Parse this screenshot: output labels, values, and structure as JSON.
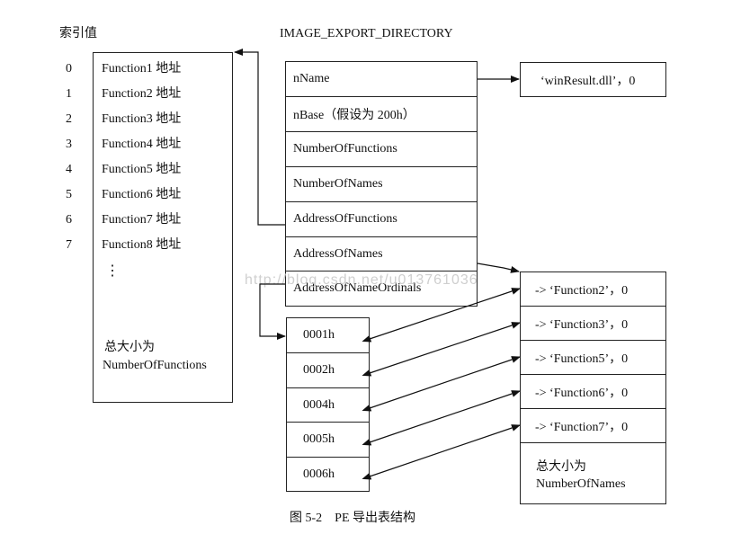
{
  "labels": {
    "index_header": "索引值",
    "struct_title": "IMAGE_EXPORT_DIRECTORY",
    "caption": "图 5-2　PE 导出表结构",
    "watermark": "http://blog.csdn.net/u013761036"
  },
  "function_table": {
    "indices": [
      "0",
      "1",
      "2",
      "3",
      "4",
      "5",
      "6",
      "7"
    ],
    "entries": [
      "Function1 地址",
      "Function2 地址",
      "Function3 地址",
      "Function4 地址",
      "Function5 地址",
      "Function6 地址",
      "Function7 地址",
      "Function8 地址"
    ],
    "ellipsis": "⋮",
    "size_line1": "总大小为",
    "size_line2": "NumberOfFunctions"
  },
  "directory_fields": [
    "nName",
    "nBase（假设为 200h）",
    "NumberOfFunctions",
    "NumberOfNames",
    "AddressOfFunctions",
    "AddressOfNames",
    "AddressOfNameOrdinals"
  ],
  "name_string": "‘winResult.dll’，0",
  "ordinals": [
    "0001h",
    "0002h",
    "0004h",
    "0005h",
    "0006h"
  ],
  "name_pointers": [
    "-> ‘Function2’，0",
    "-> ‘Function3’，0",
    "-> ‘Function5’，0",
    "-> ‘Function6’，0",
    "-> ‘Function7’，0"
  ],
  "names_size": {
    "line1": "总大小为",
    "line2": "NumberOfNames"
  }
}
